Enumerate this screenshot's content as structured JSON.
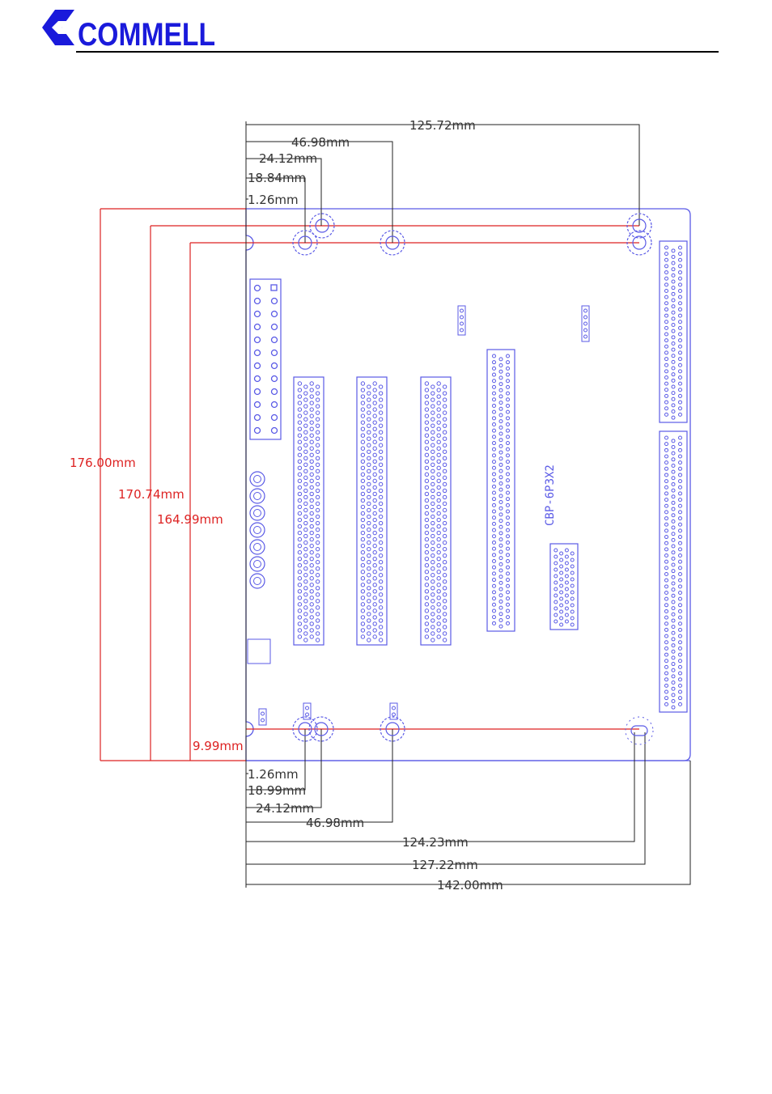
{
  "header": {
    "logo_text": "COMMELL"
  },
  "board": {
    "label": "CBP-6P3X2"
  },
  "dimensions": {
    "top": [
      "125.72mm",
      "46.98mm",
      "24.12mm",
      "18.84mm",
      "1.26mm"
    ],
    "bottom": [
      "1.26mm",
      "18.99mm",
      "24.12mm",
      "46.98mm",
      "124.23mm",
      "127.22mm",
      "142.00mm"
    ],
    "vertical": [
      "176.00mm",
      "170.74mm",
      "164.99mm",
      "9.99mm"
    ]
  },
  "colors": {
    "board": "#5a5ae6",
    "dimension": "#222222",
    "red_dimension": "#dd2222",
    "logo": "#1a1adb"
  }
}
